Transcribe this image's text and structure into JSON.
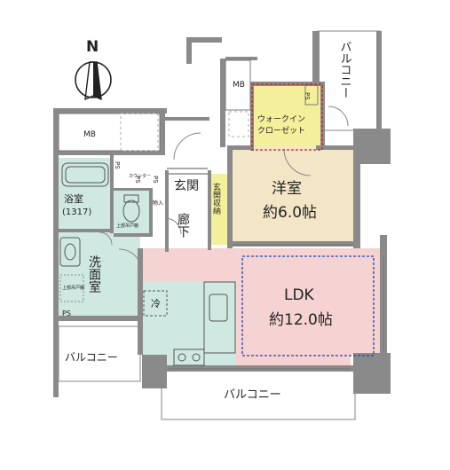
{
  "compass": {
    "north_label": "N"
  },
  "rooms": {
    "walk_in_closet": {
      "line1": "ウォークイン",
      "line2": "クローゼット"
    },
    "western_room": {
      "name": "洋室",
      "size": "約6.0帖"
    },
    "ldk": {
      "name": "LDK",
      "size": "約12.0帖"
    },
    "bathroom": {
      "name": "浴室",
      "size": "(1317)"
    },
    "entrance": {
      "name": "玄関"
    },
    "entrance_storage": {
      "label": "玄関収納"
    },
    "hallway": {
      "label": "廊下"
    },
    "washroom": {
      "label": "洗面室"
    }
  },
  "balconies": {
    "right": "バルコニー",
    "left": "バルコニー",
    "bottom": "バルコニー"
  },
  "fixtures": {
    "mb_top": "MB",
    "mb_left": "MB",
    "ps_closet": "PS",
    "ps_bath_1": "PS",
    "ps_bath_2": "PS",
    "ps_entry": "PS",
    "ps_washroom": "PS",
    "counter": "カウンター",
    "fridge": "冷",
    "washer_pan": "上部吊戸棚",
    "toilet_shelf": "上部吊戸棚",
    "hanger": "物入"
  },
  "colors": {
    "wall": "#8a8a8a",
    "floor_ldk": "#f6d3d3",
    "floor_western": "#f3e6c6",
    "floor_wet": "#cfe9e2",
    "floor_closet": "#f4ef9a",
    "closet_outline": "#cc2222",
    "ldk_outline": "#2244aa"
  }
}
